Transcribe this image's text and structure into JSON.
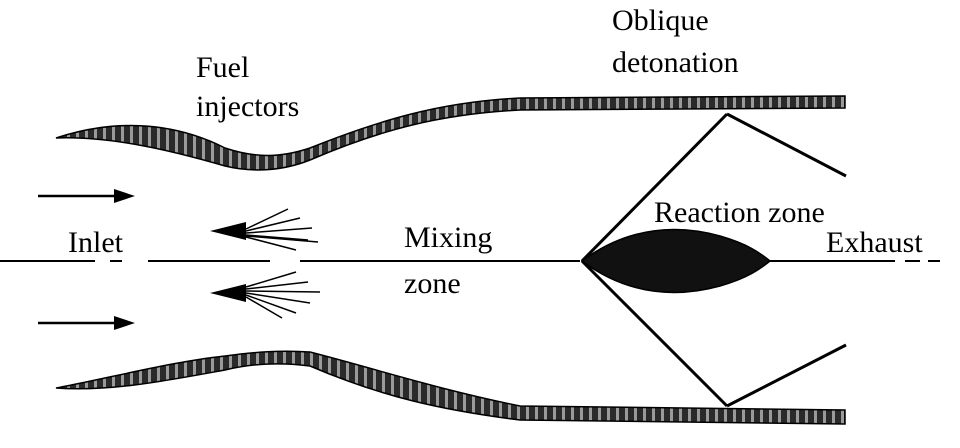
{
  "labels": {
    "fuel_injectors": [
      "Fuel",
      "injectors"
    ],
    "oblique_detonation": [
      "Oblique",
      "detonation"
    ],
    "inlet": "Inlet",
    "mixing_zone": [
      "Mixing",
      "zone"
    ],
    "reaction_zone": "Reaction zone",
    "exhaust": "Exhaust"
  },
  "colors": {
    "ink": "#000000",
    "wall_fill": "#2a2a2a",
    "wall_stripe": "#9a9a9a",
    "background": "#ffffff"
  }
}
